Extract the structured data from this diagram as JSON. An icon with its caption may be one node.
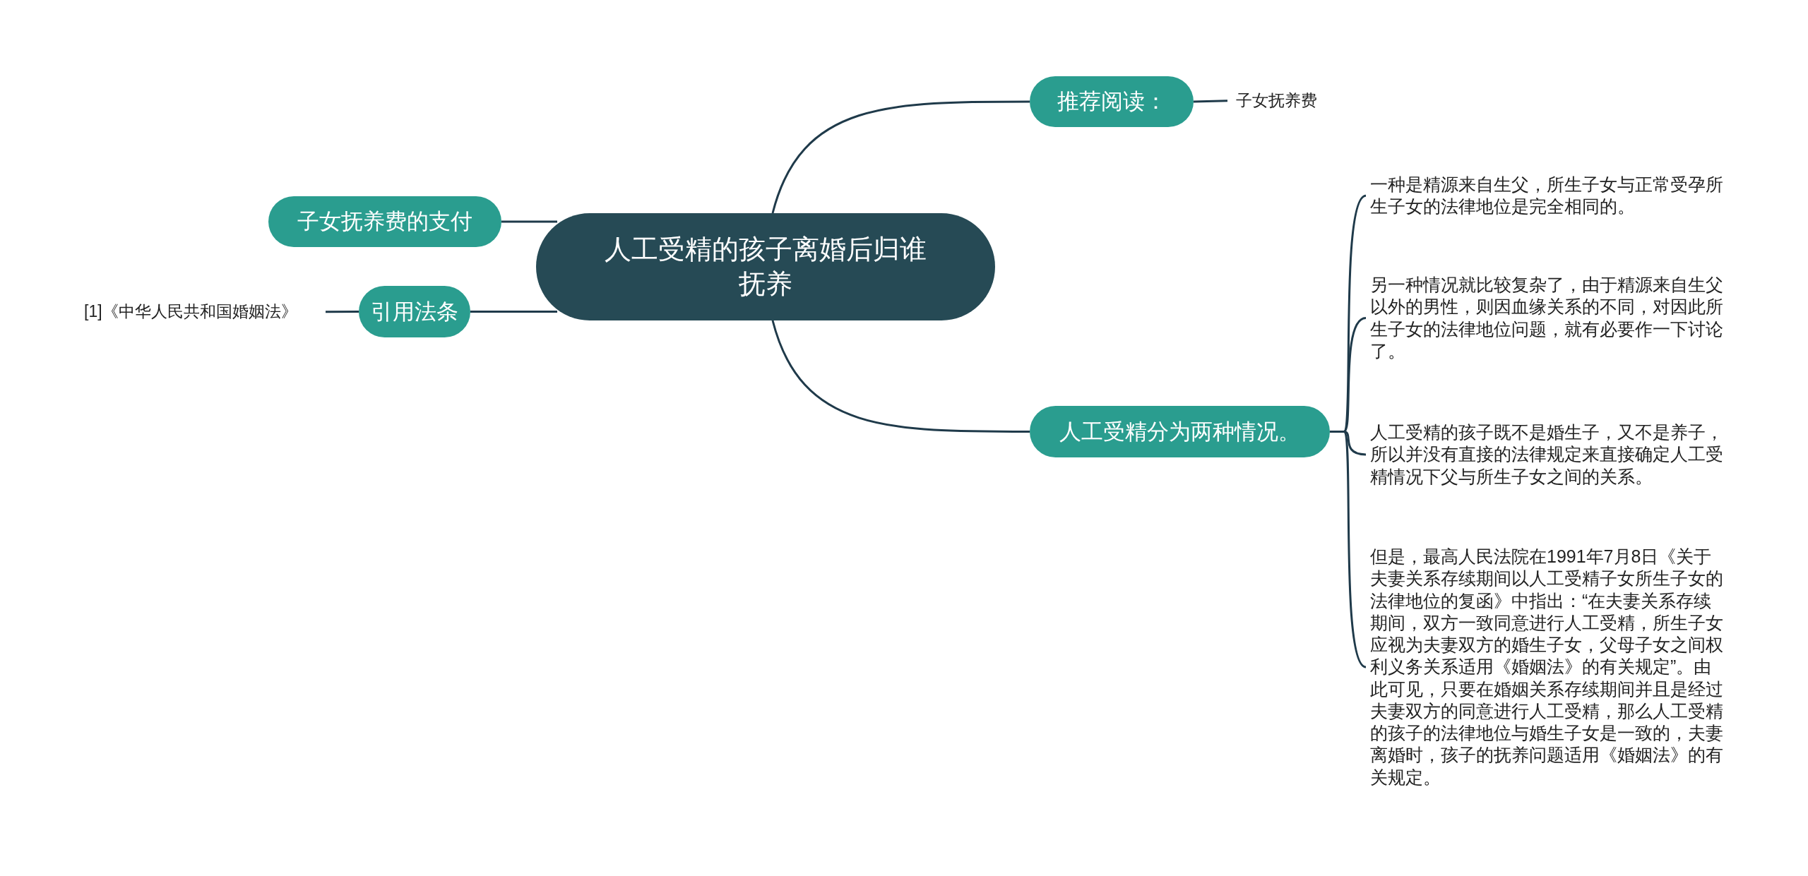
{
  "diagram": {
    "nodes": [
      {
        "text": [
          "人工受精的孩子离婚后归谁抚养"
        ]
      },
      {
        "text": [
          "推荐阅读："
        ]
      },
      {
        "text": [
          "子女抚养费"
        ]
      },
      {
        "text": [
          "人工受精分为两种情况。"
        ]
      },
      {
        "text": [
          "一种是精源来自生父，所生子女与正常受孕所生子女的法律地位是完全相同的。"
        ]
      },
      {
        "text": [
          "另一种情况就比较复杂了，由于精源来自生父以外的男性，则因血缘关系的不同，对因此所生子女的法律地位问题，就有必要作一下讨论了。"
        ]
      },
      {
        "text": [
          "人工受精的孩子既不是婚生子，又不是养子，所以并没有直接的法律规定来直接确定人工受精情况下父与所生子女之间的关系。"
        ]
      },
      {
        "text": [
          "但是，最高人民法院在1991年7月8日《关于夫妻关系存续期间以人工受精子女所生子女的法律地位的复函》中指出：“在夫妻关系存续期间，双方一致同意进行人工受精，所生子女应视为夫妻双方的婚生子女，父母子女之间权利义务关系适用《婚姻法》的有关规定”。由此可见，只要在婚姻关系存续期间并且是经过夫妻双方的同意进行人工受精，那么人工受精的孩子的法律地位与婚生子女是一致的，夫妻离婚时，孩子的抚养问题适用《婚姻法》的有关规定。"
        ]
      },
      {
        "text": [
          "子女抚养费的支付"
        ]
      },
      {
        "text": [
          "引用法条"
        ]
      },
      {
        "text": [
          "[1]《中华人民共和国婚姻法》"
        ]
      }
    ],
    "edges": [
      {
        "from": 0,
        "to": 1,
        "arrow": "none"
      },
      {
        "from": 1,
        "to": 2,
        "arrow": "none"
      },
      {
        "from": 0,
        "to": 3,
        "arrow": "none"
      },
      {
        "from": 3,
        "to": 4,
        "arrow": "none"
      },
      {
        "from": 3,
        "to": 5,
        "arrow": "none"
      },
      {
        "from": 3,
        "to": 6,
        "arrow": "none"
      },
      {
        "from": 3,
        "to": 7,
        "arrow": "none"
      },
      {
        "from": 0,
        "to": 8,
        "arrow": "none"
      },
      {
        "from": 0,
        "to": 9,
        "arrow": "none"
      },
      {
        "from": 9,
        "to": 10,
        "arrow": "none"
      }
    ]
  }
}
